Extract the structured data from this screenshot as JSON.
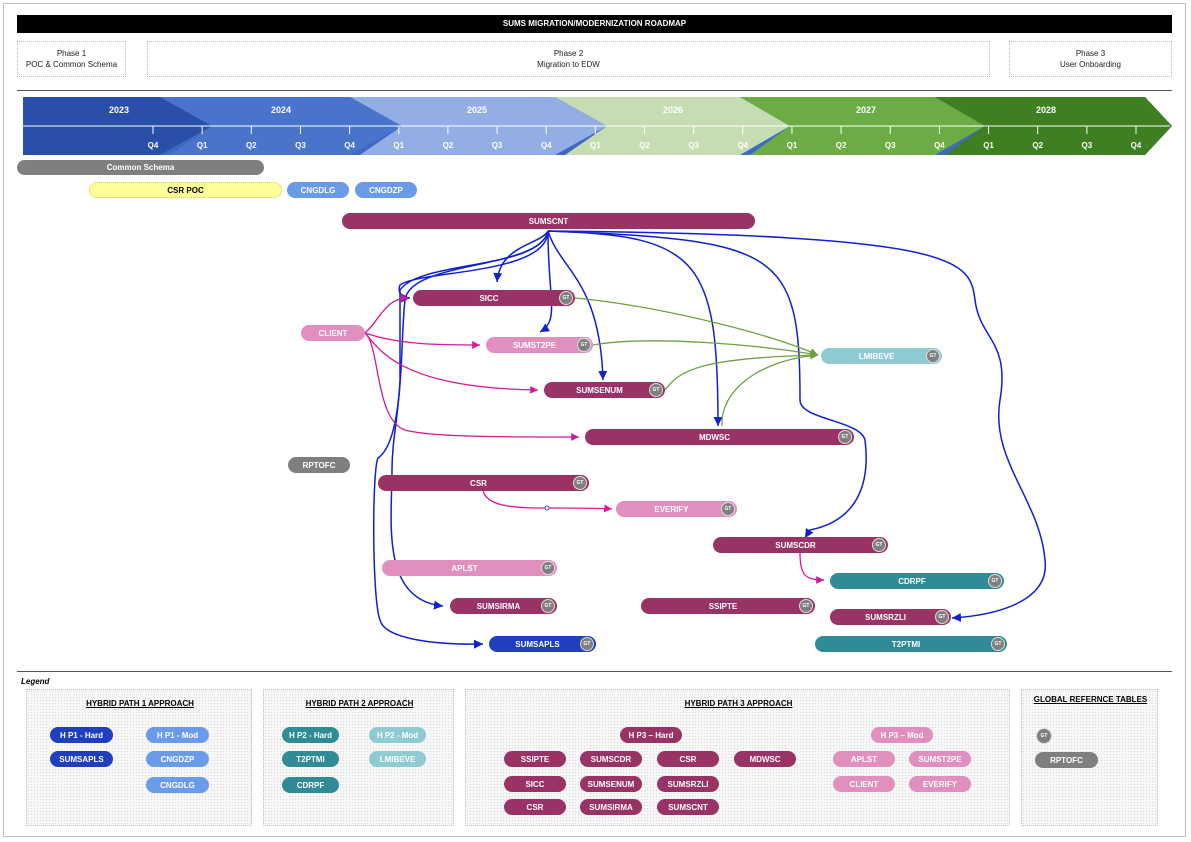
{
  "title": "SUMS MIGRATION/MODERNIZATION ROADMAP",
  "phases": [
    {
      "line1": "Phase 1",
      "line2": "POC & Common Schema"
    },
    {
      "line1": "Phase 2",
      "line2": "Migration to EDW"
    },
    {
      "line1": "Phase 3",
      "line2": "User Onboarding"
    }
  ],
  "timeline": {
    "years": [
      "2023",
      "2024",
      "2025",
      "2026",
      "2027",
      "2028"
    ],
    "quarters": [
      "Q4",
      "Q1",
      "Q2",
      "Q3",
      "Q4",
      "Q1",
      "Q2",
      "Q3",
      "Q4",
      "Q1",
      "Q2",
      "Q3",
      "Q4",
      "Q1",
      "Q2",
      "Q3",
      "Q4",
      "Q1",
      "Q2",
      "Q3",
      "Q4"
    ]
  },
  "bars": {
    "common_schema": "Common Schema",
    "csr_poc": "CSR POC",
    "cngdlg": "CNGDLG",
    "cngdzp": "CNGDZP",
    "sumscnt": "SUMSCNT",
    "sicc": "SICC",
    "client": "CLIENT",
    "sumst2pe": "SUMST2PE",
    "lmibeve": "LMIBEVE",
    "sumsenum": "SUMSENUM",
    "mdwsc": "MDWSC",
    "rptofc": "RPTOFC",
    "csr": "CSR",
    "everify": "EVERIFY",
    "sumscdr": "SUMSCDR",
    "aplst": "APLST",
    "cdrpf": "CDRPF",
    "sumsirma": "SUMSIRMA",
    "ssipte": "SSIPTE",
    "sumsrzli": "SUMSRZLI",
    "sumsapls": "SUMSAPLS",
    "t2ptmi": "T2PTMI"
  },
  "gt_label": "GT",
  "legend": {
    "title": "Legend",
    "hp1": {
      "heading": "HYBRID PATH 1 APPROACH",
      "hard": "H P1 - Hard",
      "mod": "H P1 - Mod",
      "items_hard": [
        "SUMSAPLS"
      ],
      "items_mod": [
        "CNGDZP",
        "CNGDLG"
      ]
    },
    "hp2": {
      "heading": "HYBRID PATH 2 APPROACH",
      "hard": "H P2 - Hard",
      "mod": "H P2 - Mod",
      "items_hard": [
        "T2PTMI",
        "CDRPF"
      ],
      "items_mod": [
        "LMIBEVE"
      ]
    },
    "hp3": {
      "heading": "HYBRID PATH 3 APPROACH",
      "hard": "H P3 – Hard",
      "mod": "H P3 – Mod",
      "items_hard": [
        "SSIPTE",
        "SUMSCDR",
        "CSR",
        "MDWSC",
        "SICC",
        "SUMSENUM",
        "SUMSRZLI",
        "CSR",
        "SUMSIRMA",
        "SUMSCNT"
      ],
      "items_mod": [
        "APLST",
        "SUMST2PE",
        "CLIENT",
        "EVERIFY"
      ]
    },
    "global": {
      "heading": "GLOBAL REFERNCE TABLES",
      "gt": "GT",
      "rptofc": "RPTOFC"
    }
  },
  "colors": {
    "hp1_hard": "#1f3fbf",
    "hp1_mod": "#6a9bea",
    "hp2_hard": "#2f8c96",
    "hp2_mod": "#8fcbd3",
    "hp3_hard": "#993366",
    "hp3_mod": "#e08fbf",
    "grey": "#7f7f7f",
    "poc": "#ffff99",
    "arrow_blue": "#1020d0",
    "arrow_pink": "#d4199a",
    "arrow_green": "#70a040"
  }
}
